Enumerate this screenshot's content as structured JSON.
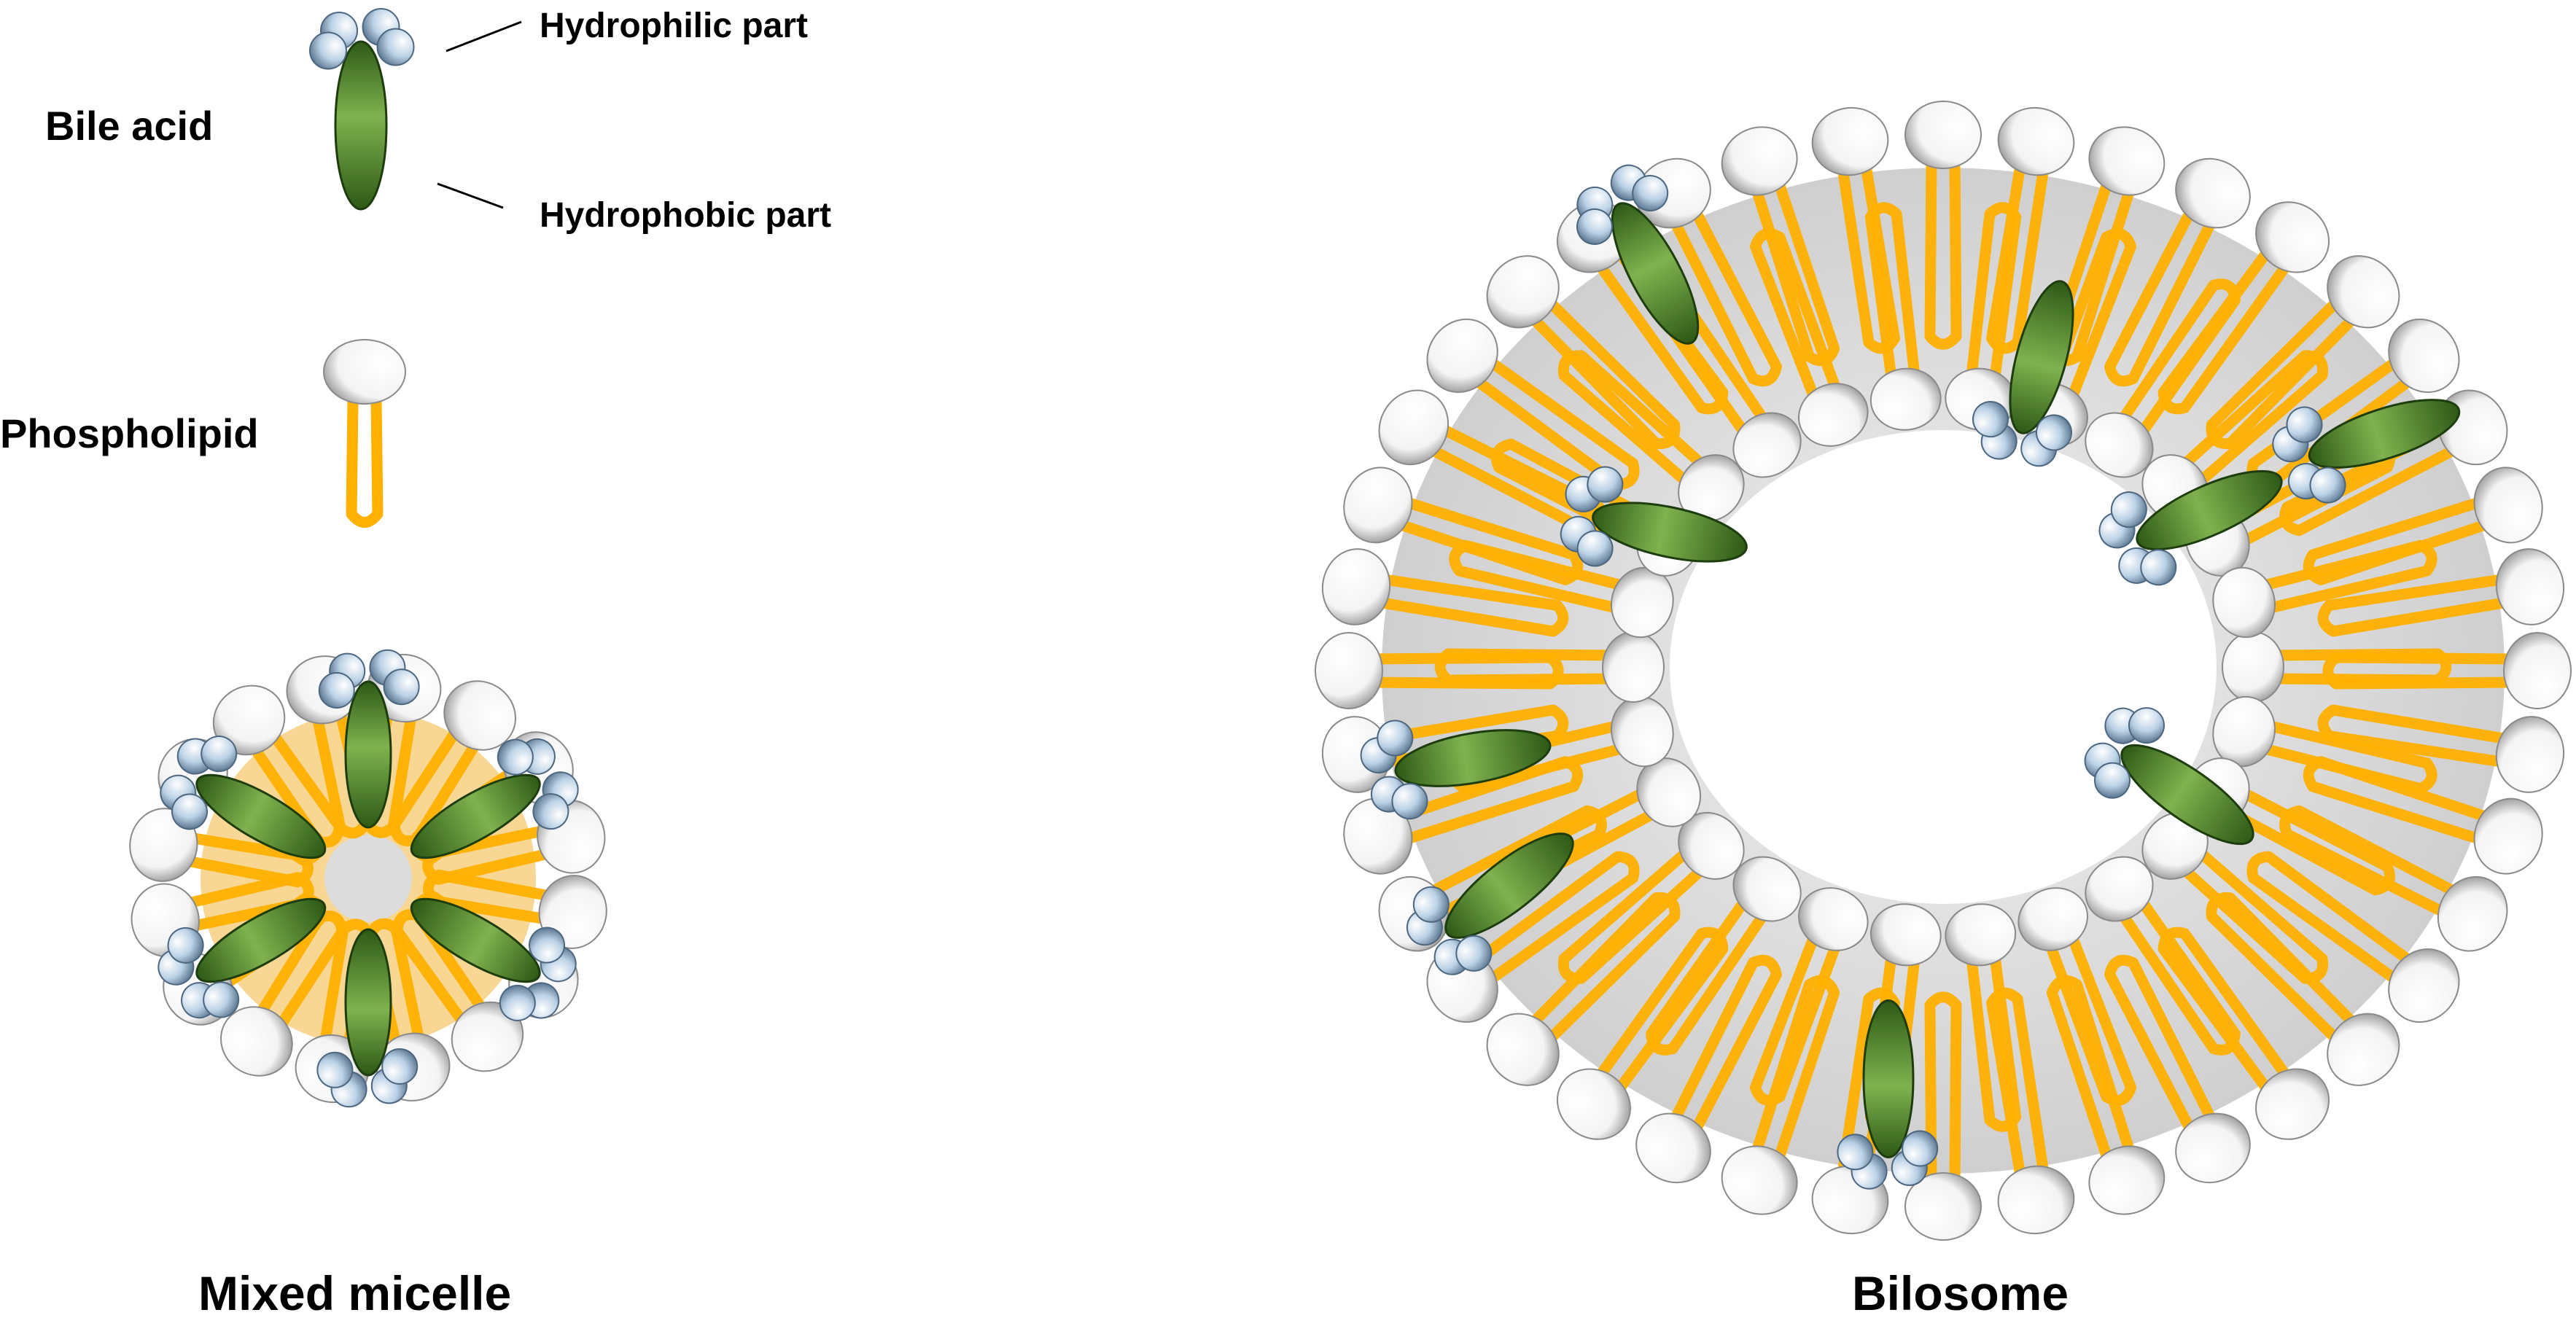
{
  "legend": {
    "bile_acid": "Bile acid",
    "hydrophilic": "Hydrophilic part",
    "hydrophobic": "Hydrophobic part",
    "phospholipid": "Phospholipid"
  },
  "structures": {
    "micelle": "Mixed micelle",
    "bilosome": "Bilosome"
  },
  "colors": {
    "lipid_head": "#f4f4f4",
    "lipid_tail": "#ffb000",
    "bile_body": "#4f8a2c",
    "bile_head": "#b9cfe3",
    "core": "#dcdcdc"
  }
}
